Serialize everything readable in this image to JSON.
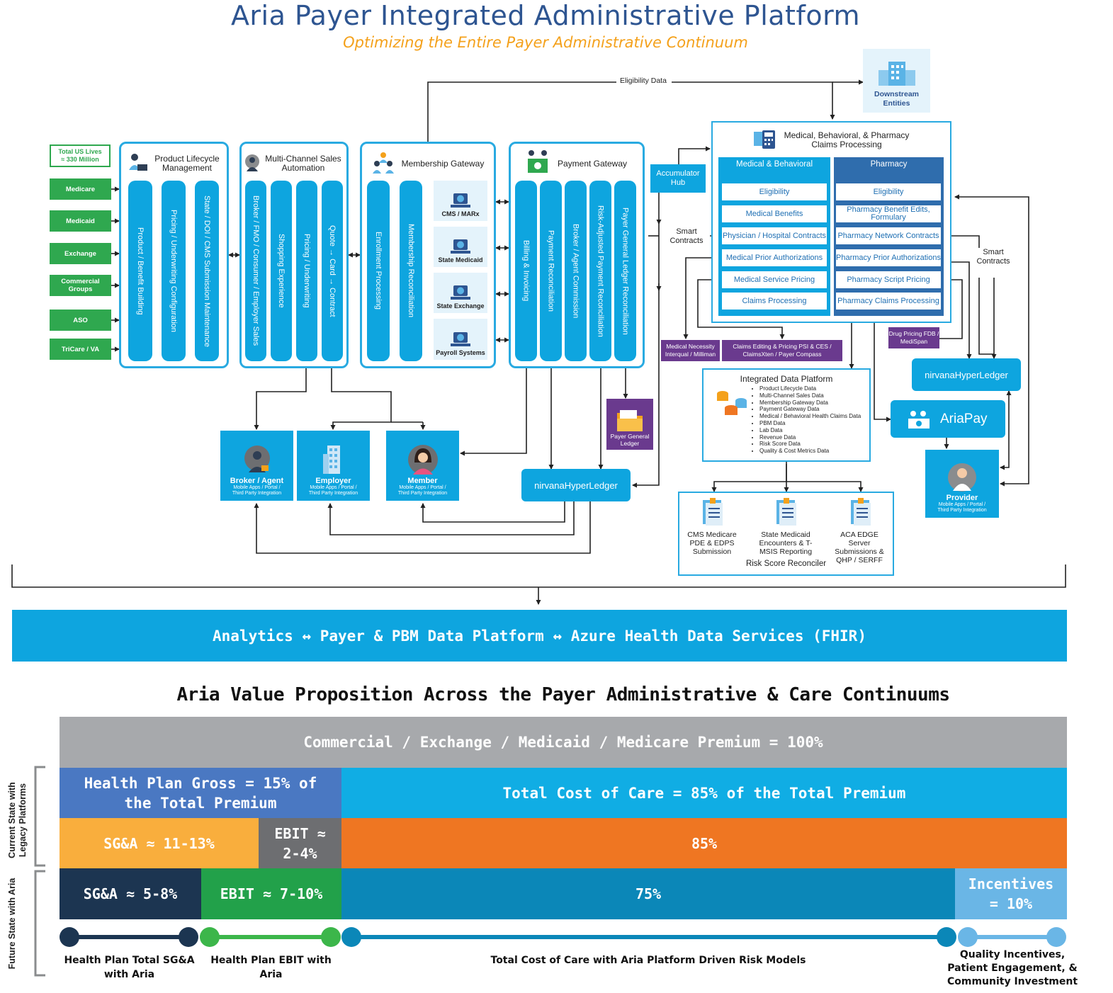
{
  "title": "Aria Payer Integrated Administrative Platform",
  "subtitle": "Optimizing the Entire Payer Administrative Continuum",
  "eligibility_data": "Eligibility Data",
  "downstream": "Downstream Entities",
  "total_lives": {
    "line1": "Total US Lives",
    "line2": "≈ 330 Million"
  },
  "segments": [
    "Medicare",
    "Medicaid",
    "Exchange",
    "Commercial Groups",
    "ASO",
    "TriCare / VA"
  ],
  "product_lifecycle": {
    "title": "Product Lifecycle Management",
    "columns": [
      "Product / Benefit Building",
      "Pricing / Underwriting Configuration",
      "State / DOI / CMS Submission Maintenance"
    ]
  },
  "sales": {
    "title": "Multi-Channel Sales Automation",
    "columns": [
      "Broker / FMO / Consumer / Employer Sales",
      "Shopping Experience",
      "Pricing / Underwriting",
      "Quote → Card → Contract"
    ]
  },
  "membership": {
    "title": "Membership Gateway",
    "columns": [
      "Enrollment Processing",
      "Membership Reconciliation"
    ],
    "tiles": [
      "CMS / MARx",
      "State Medicaid",
      "State Exchange",
      "Payroll Systems"
    ]
  },
  "payment": {
    "title": "Payment Gateway",
    "columns": [
      "Billing & Invoicing",
      "Payment Reconciliation",
      "Broker / Agent Commission",
      "Risk-Adjusted Payment Reconciliation",
      "Payer General Ledger Reconciliation"
    ]
  },
  "accumulator": "Accumulator Hub",
  "smart_contracts": "Smart Contracts",
  "claims": {
    "title": "Medical, Behavioral, & Pharmacy Claims Processing",
    "medical_header": "Medical & Behavioral",
    "pharmacy_header": "Pharmacy",
    "medical_rows": [
      "Eligibility",
      "Medical Benefits",
      "Physician / Hospital Contracts",
      "Medical Prior Authorizations",
      "Medical Service Pricing",
      "Claims Processing"
    ],
    "pharmacy_rows": [
      "Eligibility",
      "Pharmacy Benefit Edits, Formulary",
      "Pharmacy Network Contracts",
      "Pharmacy Prior Authorizations",
      "Pharmacy Script Pricing",
      "Pharmacy Claims Processing"
    ]
  },
  "purple_boxes": {
    "medical_necessity": "Medical Necessity Interqual / Milliman",
    "claims_editing": "Claims Editing & Pricing PSI & CES / ClaimsXten / Payer Compass",
    "drug_pricing": "Drug Pricing FDB / MediSpan",
    "payer_gl": "Payer General Ledger"
  },
  "idp": {
    "title": "Integrated Data Platform",
    "items": [
      "Product Lifecycle Data",
      "Multi-Channel Sales Data",
      "Membership Gateway Data",
      "Payment Gateway Data",
      "Medical / Behavioral Health Claims Data",
      "PBM Data",
      "Lab Data",
      "Revenue Data",
      "Risk Score Data",
      "Quality & Cost Metrics Data"
    ]
  },
  "nirvana": "nirvanaHyperLedger",
  "ariapay": "AriaPay",
  "stakeholders": {
    "broker": {
      "name": "Broker / Agent",
      "sub": "Mobile Apps / Portal / Third Party Integration"
    },
    "employer": {
      "name": "Employer",
      "sub": "Mobile Apps / Portal / Third Party Integration"
    },
    "member": {
      "name": "Member",
      "sub": "Mobile Apps / Portal / Third Party Integration"
    },
    "provider": {
      "name": "Provider",
      "sub": "Mobile Apps / Portal / Third Party Integration"
    }
  },
  "risk": {
    "title": "Risk Score Reconciler",
    "docs": [
      "CMS Medicare PDE & EDPS Submission",
      "State Medicaid Encounters & T-MSIS Reporting",
      "ACA EDGE Server Submissions & QHP / SERFF"
    ]
  },
  "analytics_banner": "Analytics ↔ Payer & PBM Data Platform ↔ Azure Health Data Services (FHIR)",
  "value_title": "Aria Value Proposition Across the Payer Administrative & Care Continuums",
  "premium": "Commercial / Exchange / Medicaid / Medicare Premium = 100%",
  "current_label": "Current State with Legacy Platforms",
  "future_label": "Future State with Aria",
  "current": {
    "gross": "Health Plan Gross = 15% of the Total Premium",
    "tcoc": "Total Cost of Care = 85% of the Total Premium",
    "sga": "SG&A ≈ 11-13%",
    "ebit": "EBIT ≈ 2-4%",
    "care": "85%"
  },
  "future": {
    "sga": "SG&A ≈ 5-8%",
    "ebit": "EBIT ≈ 7-10%",
    "care": "75%",
    "incentives": "Incentives = 10%"
  },
  "timeline": {
    "sga": "Health Plan Total SG&A with Aria",
    "ebit": "Health Plan EBIT with Aria",
    "care": "Total Cost of Care with Aria Platform Driven Risk Models",
    "incentives": "Quality Incentives, Patient Engagement, & Community Investment"
  },
  "colors": {
    "title": "#2e5591",
    "subtitle": "#f4a11b",
    "accent": "#0ea5df",
    "green": "#2fa84f",
    "purple": "#6a3a8e",
    "gray": "#a7a9ac",
    "gross": "#4a78c2",
    "tcoc": "#10ade4",
    "sga_current": "#f9ae3d",
    "ebit_current": "#6d6e71",
    "care_current": "#ef7622",
    "sga_future": "#1c3551",
    "ebit_future": "#22a14a",
    "care_future": "#0b87b8",
    "incentives": "#6ab6e6"
  }
}
